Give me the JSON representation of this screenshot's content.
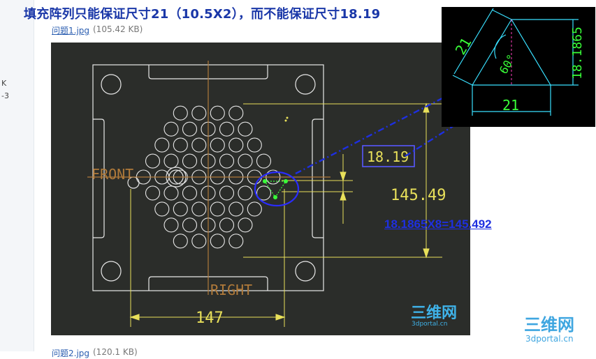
{
  "sidebar": {
    "fragment1": "K",
    "fragment2": "-3"
  },
  "headline": "填充阵列只能保证尺寸21（10.5X2），而不能保证尺寸18.19",
  "attachment": {
    "name": "问题1.jpg",
    "size": "(105.42 KB)"
  },
  "attachment2": {
    "name": "问题2.jpg",
    "size": "(120.1 KB)"
  },
  "drawing": {
    "label_front": "FRONT",
    "label_right": "RIGHT",
    "dim_width": "147",
    "dim_height": "145.49",
    "dim_pitch": "18.19"
  },
  "inset": {
    "dim_side": "21",
    "dim_base": "21",
    "dim_height": "18.1865",
    "angle": "60°"
  },
  "formula": "18.1865X8=145.492",
  "watermark": {
    "brand": "三维网",
    "url": "3dportal.cn"
  },
  "colors": {
    "cad_bg": "#2b2d2a",
    "cad_line": "#e8e8e8",
    "dim_yellow": "#e8e05a",
    "axis_brown": "#b07a3a",
    "annotation_blue": "#1e2fe0",
    "inset_bg": "#000000",
    "inset_cyan": "#39e0ff",
    "inset_green": "#39ff39"
  }
}
